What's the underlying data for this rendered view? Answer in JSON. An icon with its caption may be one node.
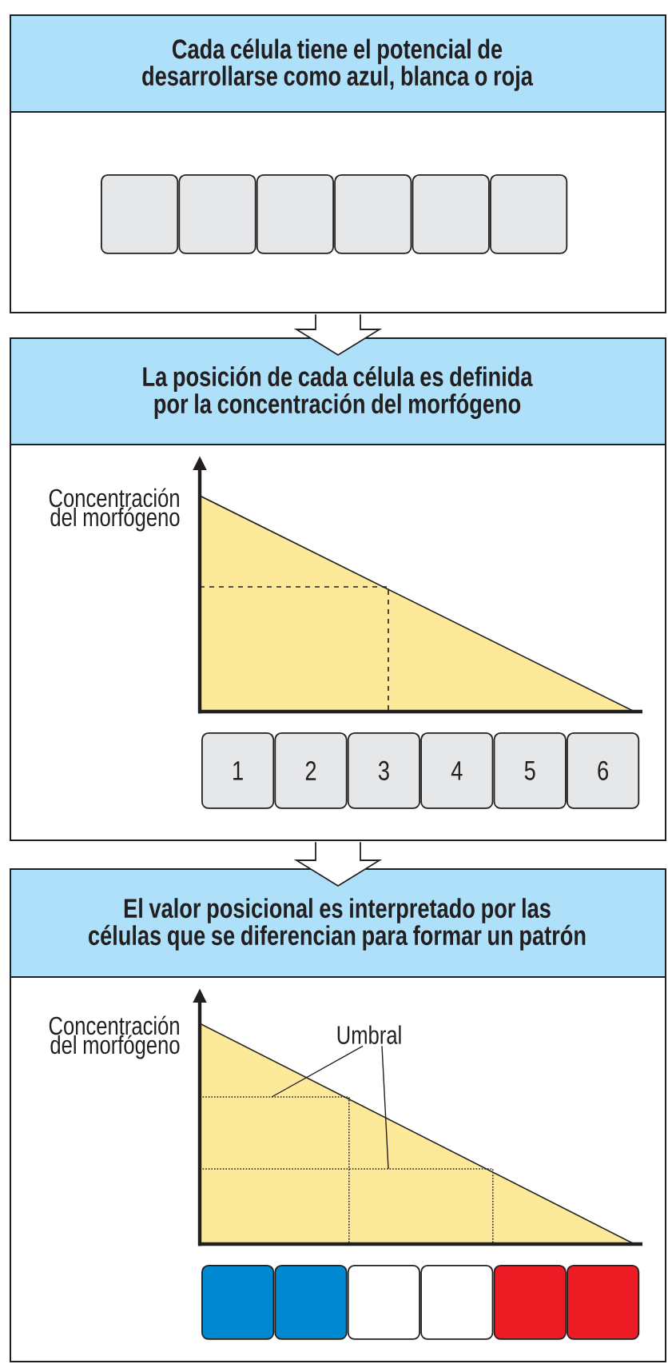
{
  "diagram": {
    "nodes": [
      {
        "text": [
          "Cada célula tiene el potencial de desarrollarse como azul, blanca o roja"
        ]
      },
      {
        "text": [],
        "shape": "box",
        "in": 0
      },
      {
        "text": [],
        "shape": "box",
        "in": 0
      },
      {
        "text": [],
        "shape": "box",
        "in": 0
      },
      {
        "text": [],
        "shape": "box",
        "in": 0
      },
      {
        "text": [],
        "shape": "box",
        "in": 0
      },
      {
        "text": [],
        "shape": "box",
        "in": 0
      },
      {
        "text": [
          "La posición de cada célula es definida por la concentración del morfógeno"
        ]
      },
      {
        "text": [
          "1"
        ],
        "in": 7
      },
      {
        "text": [
          "2"
        ],
        "in": 7
      },
      {
        "text": [
          "3"
        ],
        "in": 7
      },
      {
        "text": [
          "4"
        ],
        "in": 7
      },
      {
        "text": [
          "5"
        ],
        "in": 7
      },
      {
        "text": [
          "6"
        ],
        "in": 7
      },
      {
        "text": [
          "El valor posicional es interpretado por las células que se diferencian para formar un patrón"
        ]
      },
      {
        "text": [
          "Umbral"
        ],
        "in": 14
      },
      {
        "text": [],
        "shape": "box",
        "in": 14
      },
      {
        "text": [],
        "shape": "box",
        "in": 14
      },
      {
        "text": [],
        "shape": "box",
        "in": 14
      },
      {
        "text": [],
        "shape": "box",
        "in": 14
      },
      {
        "text": [],
        "shape": "box",
        "in": 14
      },
      {
        "text": [],
        "shape": "box",
        "in": 14
      },
      {
        "text": [],
        "shape": "line",
        "in": 14
      },
      {
        "text": [],
        "shape": "line",
        "in": 14
      }
    ],
    "edges": [
      {
        "from": 0,
        "to": 7,
        "arrow": "to"
      },
      {
        "from": 7,
        "to": 14,
        "arrow": "to"
      },
      {
        "from": 15,
        "to": 22,
        "arrow": "none"
      },
      {
        "from": 15,
        "to": 23,
        "arrow": "none"
      }
    ],
    "labels": [
      "Concentración del morfógeno",
      "Concentración del morfógeno"
    ]
  }
}
